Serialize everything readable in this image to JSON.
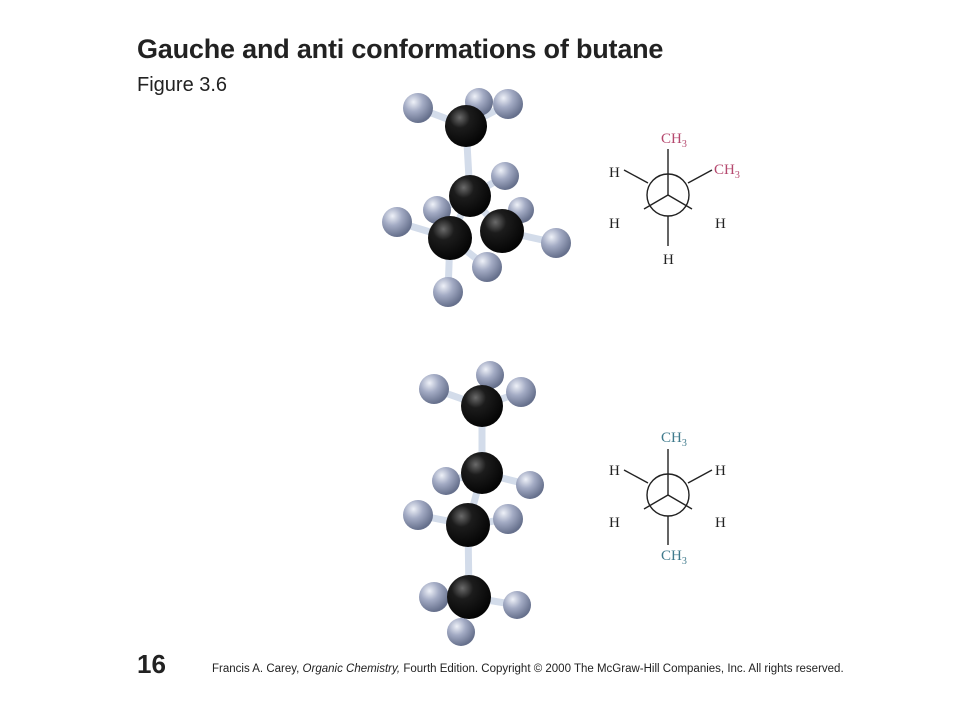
{
  "slide": {
    "title": "Gauche and anti conformations of butane",
    "subtitle": "Figure 3.6",
    "page_number": "16",
    "credit": {
      "author": "Francis A. Carey,",
      "book": "Organic Chemistry,",
      "rest": "Fourth Edition. Copyright © 2000 The McGraw-Hill Companies, Inc. All rights reserved."
    }
  },
  "colors": {
    "gauche_methyl": "#b5486e",
    "anti_methyl": "#3f7a8c",
    "carbon": "#111111",
    "hydrogen": "#9aa3bd",
    "text": "#222222"
  },
  "gauche_newman": {
    "top": {
      "main": "CH",
      "sub": "3"
    },
    "upper_right": {
      "main": "CH",
      "sub": "3"
    },
    "upper_left": "H",
    "lower_left": "H",
    "lower_right": "H",
    "bottom": "H"
  },
  "anti_newman": {
    "top": {
      "main": "CH",
      "sub": "3"
    },
    "upper_left": "H",
    "upper_right": "H",
    "lower_left": "H",
    "lower_right": "H",
    "bottom": {
      "main": "CH",
      "sub": "3"
    }
  }
}
